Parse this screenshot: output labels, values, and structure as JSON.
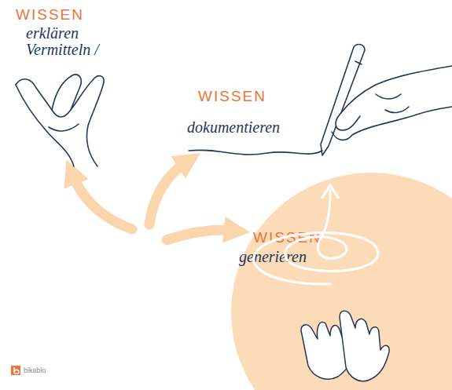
{
  "diagram": {
    "nodes": [
      {
        "text": [
          "WISSEN",
          "generieren"
        ]
      }
    ],
    "labels": [
      "WISSEN",
      "erklären Vermitteln /",
      "WISSEN",
      "dokumentieren",
      "bikablo"
    ]
  }
}
